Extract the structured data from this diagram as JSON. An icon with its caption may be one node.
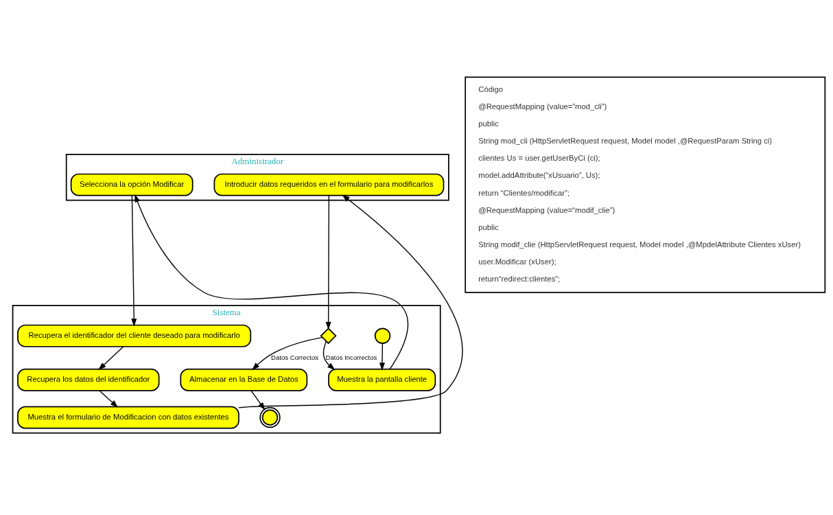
{
  "diagram": {
    "nodes": [
      {
        "text": [
          "Administrador"
        ]
      },
      {
        "text": [
          "Sistema"
        ]
      },
      {
        "text": [
          "Código",
          "@RequestMapping (value=”mod_cli”)",
          "public",
          "String mod_cli (HttpServletRequest request, Model model ,@RequestParam String ci)",
          "clientes Us = user.getUserByCi (ci);",
          "model.addAttribute(“xUsuario”, Us);",
          "return “Clientes/modificar”;",
          "@RequestMapping (value=“modif_clie”)",
          "public",
          "String modif_clie (HttpServletRequest request, Model model ,@MpdelAttribute Clientes xUser)",
          "user.Modificar (xUser);",
          "return“redirect:clientes”;"
        ]
      },
      {
        "text": [],
        "shape": "circle",
        "in": 1
      },
      {
        "text": [
          "Muestra la pantalla cliente"
        ],
        "in": 1
      },
      {
        "text": [
          "Selecciona la opción Modificar"
        ],
        "in": 0
      },
      {
        "text": [
          "Recupera el identificador del cliente deseado para modificarlo"
        ],
        "in": 1
      },
      {
        "text": [
          "Recupera los datos del identificador"
        ],
        "in": 1
      },
      {
        "text": [
          "Muestra el formulario de Modificacion con datos existentes"
        ],
        "in": 1
      },
      {
        "text": [
          "Introducir datos requeridos en el formulario para modificarlos"
        ],
        "in": 0
      },
      {
        "text": [],
        "shape": "diamond",
        "in": 1
      },
      {
        "text": [
          "Almacenar en la Base de Datos"
        ],
        "in": 1
      },
      {
        "text": [],
        "shape": "circle",
        "in": 1
      }
    ],
    "edges": [
      {
        "from": 3,
        "to": 4,
        "arrow": "to"
      },
      {
        "from": 4,
        "to": 5,
        "arrow": "to"
      },
      {
        "from": 5,
        "to": 6,
        "arrow": "to"
      },
      {
        "from": 6,
        "to": 7,
        "arrow": "to"
      },
      {
        "from": 7,
        "to": 8,
        "arrow": "to"
      },
      {
        "from": 8,
        "to": 9,
        "arrow": "to"
      },
      {
        "from": 9,
        "to": 10,
        "arrow": "to"
      },
      {
        "from": 10,
        "to": 4,
        "label": "Datos Incorrectos",
        "arrow": "to"
      },
      {
        "from": 10,
        "to": 11,
        "label": "Datos Correctos",
        "arrow": "to"
      },
      {
        "from": 11,
        "to": 12,
        "arrow": "to"
      }
    ]
  }
}
